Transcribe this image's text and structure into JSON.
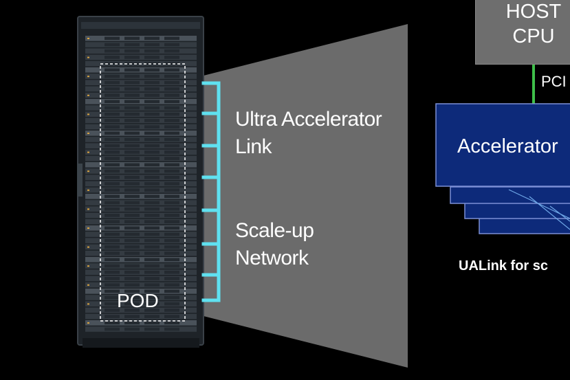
{
  "diagram": {
    "ual_label_line1": "Ultra Accelerator",
    "ual_label_line2": "Link",
    "scaleup_label_line1": "Scale-up",
    "scaleup_label_line2": "Network",
    "pod_label": "POD",
    "host_cpu_line1": "HOST",
    "host_cpu_line2": "CPU",
    "pci_label": "PCI",
    "accelerator_label": "Accelerator",
    "caption": "UALink for sc"
  },
  "colors": {
    "background": "#000000",
    "funnel": "#6b6b6b",
    "bracket": "#5fe1f0",
    "host_box": "#6e6e6e",
    "pci_line": "#3fbf4a",
    "accelerator_fill": "#0d2a7a",
    "accelerator_border": "#7c8fd6",
    "text": "#ffffff"
  }
}
